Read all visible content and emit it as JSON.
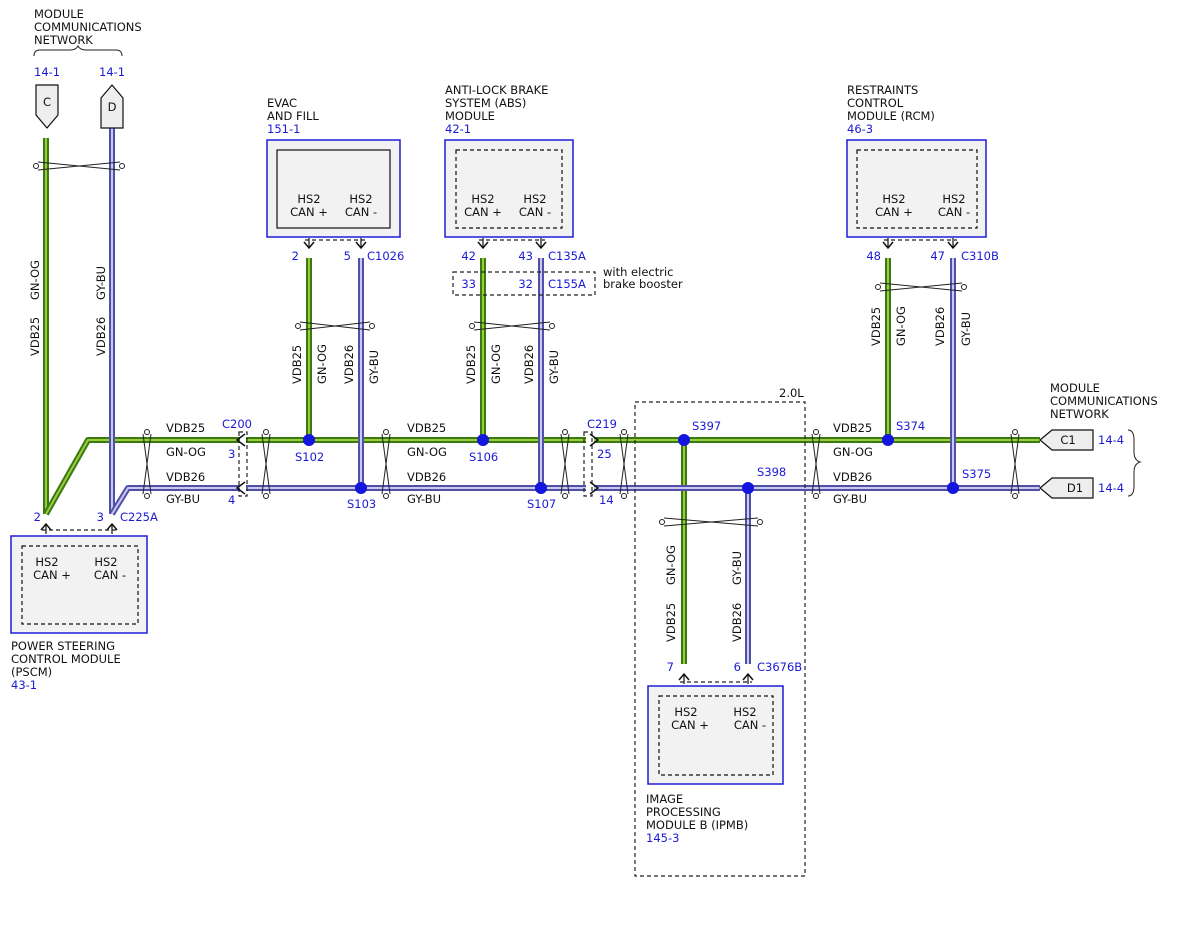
{
  "network_top": {
    "line1": "MODULE",
    "line2": "COMMUNICATIONS",
    "line3": "NETWORK",
    "ref_c": "14-1",
    "ref_d": "14-1",
    "conn_c": "C",
    "conn_d": "D"
  },
  "network_right": {
    "line1": "MODULE",
    "line2": "COMMUNICATIONS",
    "line3": "NETWORK",
    "conn_c1": "C1",
    "conn_d1": "D1",
    "ref_c1": "14-4",
    "ref_d1": "14-4"
  },
  "evac": {
    "line1": "EVAC",
    "line2": "AND FILL",
    "ref": "151-1",
    "pin_plus": "2",
    "pin_minus": "5",
    "connector": "C1026"
  },
  "abs": {
    "line1": "ANTI-LOCK BRAKE",
    "line2": "SYSTEM (ABS)",
    "line3": "MODULE",
    "ref": "42-1",
    "pin_plus": "42",
    "pin_minus": "43",
    "connector": "C135A",
    "alt_pin_plus": "33",
    "alt_pin_minus": "32",
    "alt_connector": "C155A",
    "note1": "with electric",
    "note2": "brake booster"
  },
  "rcm": {
    "line1": "RESTRAINTS",
    "line2": "CONTROL",
    "line3": "MODULE (RCM)",
    "ref": "46-3",
    "pin_plus": "48",
    "pin_minus": "47",
    "connector": "C310B"
  },
  "pscm": {
    "line1": "POWER STEERING",
    "line2": "CONTROL MODULE",
    "line3": "(PSCM)",
    "ref": "43-1",
    "pin_plus": "2",
    "pin_minus": "3",
    "connector": "C225A"
  },
  "ipmb": {
    "line1": "IMAGE",
    "line2": "PROCESSING",
    "line3": "MODULE B (IPMB)",
    "ref": "145-3",
    "pin_plus": "7",
    "pin_minus": "6",
    "connector": "C3676B",
    "region": "2.0L"
  },
  "pins": {
    "hs2": "HS2",
    "can_plus": "CAN +",
    "can_minus": "CAN -"
  },
  "wires": {
    "vdb25": "VDB25",
    "vdb26": "VDB26",
    "gn_og": "GN-OG",
    "gy_bu": "GY-BU"
  },
  "c200": {
    "name": "C200",
    "pin_top": "3",
    "pin_bot": "4"
  },
  "c219": {
    "name": "C219",
    "pin_top": "25",
    "pin_bot": "14"
  },
  "splices": {
    "s102": "S102",
    "s103": "S103",
    "s106": "S106",
    "s107": "S107",
    "s397": "S397",
    "s398": "S398",
    "s374": "S374",
    "s375": "S375"
  },
  "colors": {
    "green": "#3a7a12",
    "green_light": "#9ccc3c",
    "blue": "#5050a8",
    "blue_light": "#c8c8f0",
    "label_blue": "#1a1ad6"
  }
}
